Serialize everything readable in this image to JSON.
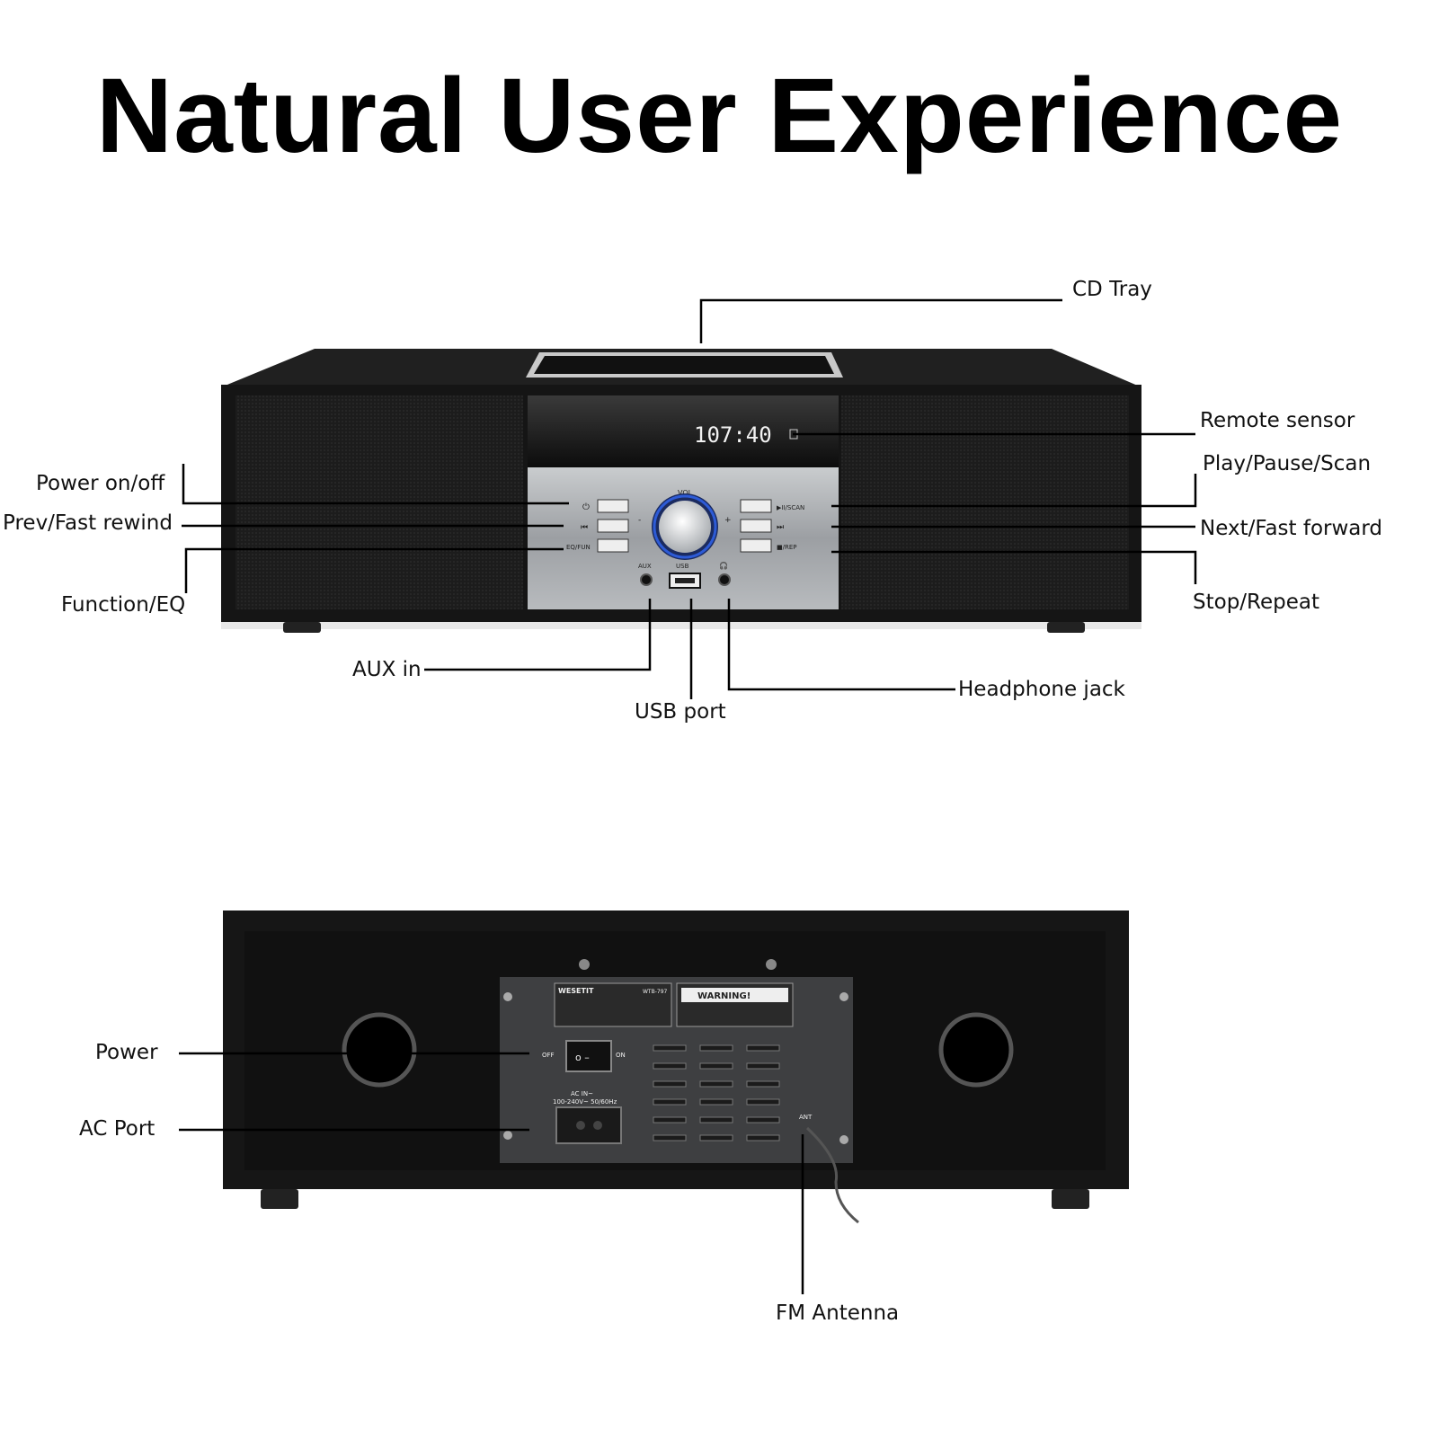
{
  "title": "Natural User Experience",
  "front": {
    "display": "107:40",
    "panel": {
      "vol": "VOL",
      "minus": "-",
      "plus": "+",
      "eq_fun": "EQ/FUN",
      "scan": "▶II/SCAN",
      "rep": "■/REP",
      "aux": "AUX",
      "usb": "USB",
      "headphone": "🎧"
    },
    "labels": {
      "cd_tray": "CD Tray",
      "remote_sensor": "Remote sensor",
      "play_pause_scan": "Play/Pause/Scan",
      "next_fast_forward": "Next/Fast forward",
      "stop_repeat": "Stop/Repeat",
      "power_on_off": "Power on/off",
      "prev_fast_rewind": "Prev/Fast rewind",
      "function_eq": "Function/EQ",
      "aux_in": "AUX in",
      "usb_port": "USB port",
      "headphone_jack": "Headphone jack"
    }
  },
  "back": {
    "switch_off": "OFF",
    "switch_on": "ON",
    "ac_in": "AC IN~",
    "ac_rating": "100-240V~ 50/60Hz",
    "ant": "ANT",
    "warning": "WARNING!",
    "brand": "WESETIT",
    "model": "WTB-797",
    "labels": {
      "power": "Power",
      "ac_port": "AC Port",
      "fm_antenna": "FM Antenna"
    }
  },
  "colors": {
    "cabinet": "#151515",
    "panel": "#a9acaf",
    "display_digits": "#f2f2f2",
    "knob_ring": "#2d5bd6"
  }
}
